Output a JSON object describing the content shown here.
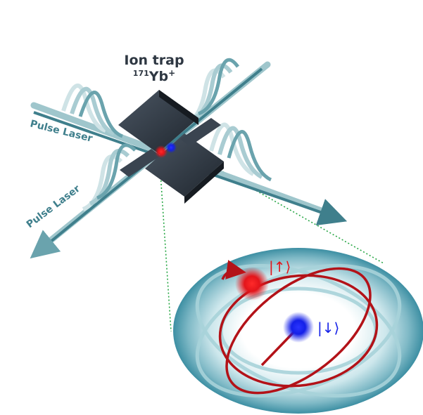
{
  "title": {
    "line1": "Ion trap",
    "isotope": "171",
    "element": "Yb",
    "charge": "+"
  },
  "beams": [
    {
      "label": "Pulse Laser"
    },
    {
      "label": "Pulse Laser"
    }
  ],
  "states": {
    "up": "|↑⟩",
    "down": "|↓⟩"
  },
  "colors": {
    "beam": "#3f7f8c",
    "beam_light": "#9fc6cc",
    "trap": "#2e3742",
    "spin_up": "#e3151b",
    "spin_down": "#1420e8",
    "orbit": "#b31218",
    "zoom_line": "#28a745"
  }
}
